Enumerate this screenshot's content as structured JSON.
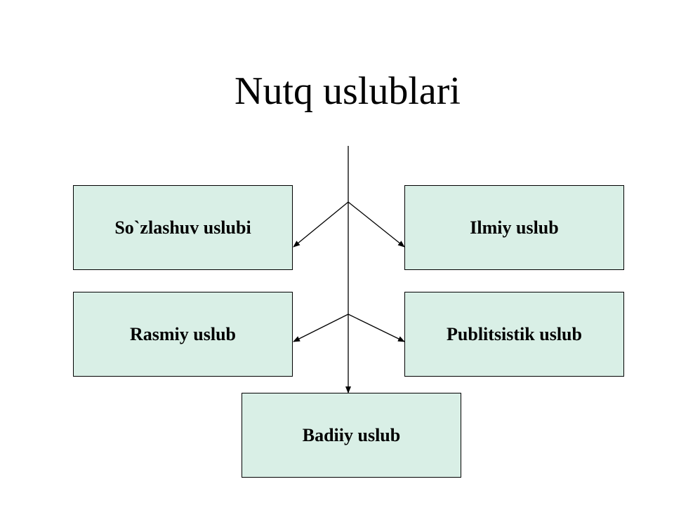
{
  "title": "Nutq uslublari",
  "box_fill": "#d9efe6",
  "line_color": "#000000",
  "nodes": [
    {
      "id": "soz",
      "label": "So`zlashuv uslubi"
    },
    {
      "id": "ilmiy",
      "label": "Ilmiy uslub"
    },
    {
      "id": "rasmiy",
      "label": "Rasmiy uslub"
    },
    {
      "id": "publ",
      "label": "Publitsistik uslub"
    },
    {
      "id": "badiiy",
      "label": "Badiiy uslub"
    }
  ],
  "edges": [
    {
      "from": "Nutq uslublari",
      "to": "So`zlashuv uslubi"
    },
    {
      "from": "Nutq uslublari",
      "to": "Ilmiy uslub"
    },
    {
      "from": "Nutq uslublari",
      "to": "Rasmiy uslub"
    },
    {
      "from": "Nutq uslublari",
      "to": "Publitsistik uslub"
    },
    {
      "from": "Nutq uslublari",
      "to": "Badiiy uslub"
    }
  ]
}
